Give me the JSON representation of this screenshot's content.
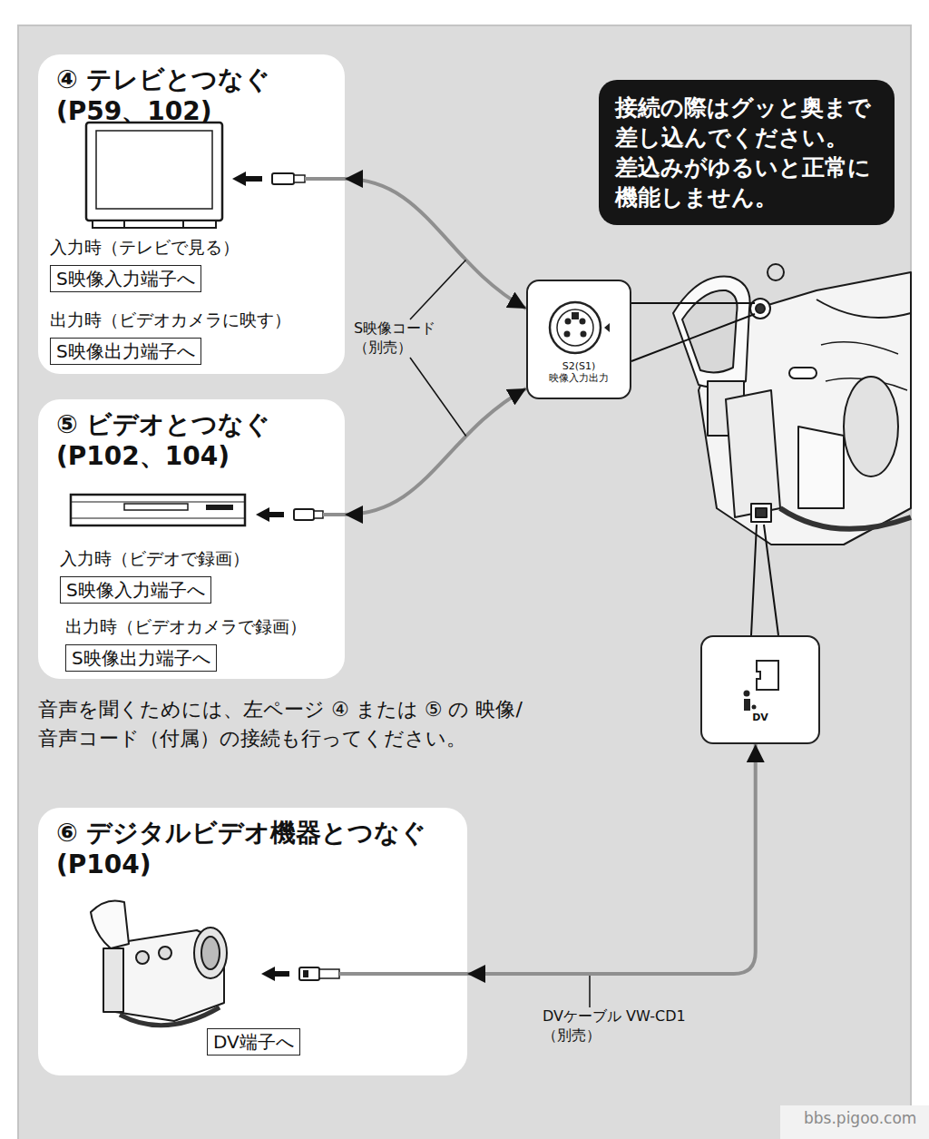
{
  "diagram": {
    "nodes": [
      {
        "text": [
          "④ テレビとつなぐ (P59、102)"
        ]
      },
      {
        "text": [
          "入力時（テレビで見る）",
          "S映像入力端子へ"
        ],
        "in": 0
      },
      {
        "text": [
          "出力時（ビデオカメラに映す）",
          "S映像出力端子へ"
        ],
        "in": 0
      },
      {
        "text": [
          "接続の際はグッと奥まで 差し込んでください。 差込みがゆるいと正常に 機能しません。"
        ]
      },
      {
        "text": [
          "S映像コード （別売）"
        ]
      },
      {
        "text": [
          "S2(S1) 映像入力出力"
        ]
      },
      {
        "text": [
          "⑤ ビデオとつなぐ (P102、104)"
        ]
      },
      {
        "text": [
          "入力時（ビデオで録画）",
          "S映像入力端子へ"
        ],
        "in": 6
      },
      {
        "text": [
          "出力時（ビデオカメラで録画）",
          "S映像出力端子へ"
        ],
        "in": 6
      },
      {
        "text": [
          "DV"
        ]
      },
      {
        "text": [
          "⑥ デジタルビデオ機器とつなぐ (P104)"
        ]
      },
      {
        "text": [
          "DV端子へ"
        ],
        "in": 10
      },
      {
        "text": [
          "DVケーブル VW-CD1（別売）"
        ]
      }
    ],
    "edges": [
      {
        "from": 0,
        "to": 5,
        "arrow": "both"
      },
      {
        "from": 6,
        "to": 5,
        "arrow": "both"
      },
      {
        "from": 10,
        "to": 9,
        "arrow": "both"
      }
    ],
    "labels": [
      "音声を聞くためには、左ページ ④ または ⑤ の 映像/音声コード（付属）の接続も行ってください。",
      "bbs.pigoo.com"
    ]
  }
}
